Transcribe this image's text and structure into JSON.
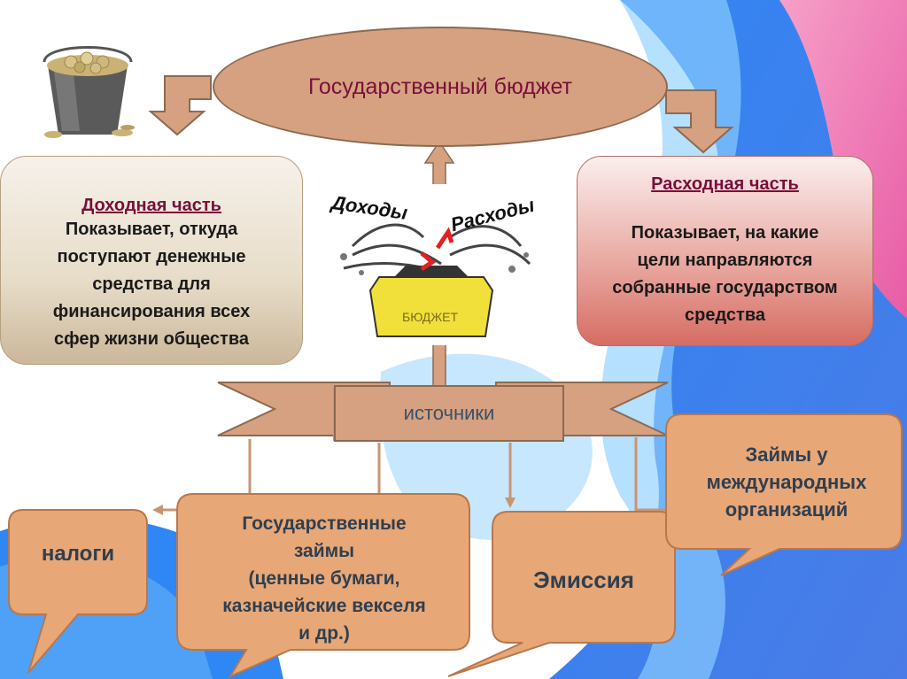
{
  "title": "Государственный бюджет",
  "income": {
    "title": "Доходная часть",
    "lines": [
      "Показывает, откуда",
      "поступают денежные",
      "средства для",
      "финансирования всех",
      "сфер жизни общества"
    ]
  },
  "expense": {
    "title": "Расходная часть",
    "lines": [
      "Показывает, на какие",
      "цели направляются",
      "собранные государством",
      "средства"
    ]
  },
  "illustration": {
    "incomes_word": "Доходы",
    "expenses_word": "Расходы",
    "budget_word": "БЮДЖЕТ"
  },
  "sources_label": "источники",
  "sources": {
    "taxes": "налоги",
    "state_loans": [
      "Государственные",
      "займы",
      "(ценные бумаги,",
      "казначейские векселя",
      "и др.)"
    ],
    "emission": "Эмиссия",
    "intl_loans": [
      "Займы у",
      "международных",
      "организаций"
    ]
  },
  "colors": {
    "tan": "#d5a180",
    "callout": "#e8a777",
    "title_text": "#7a0f3a",
    "background_blue": "#3c86ee"
  }
}
